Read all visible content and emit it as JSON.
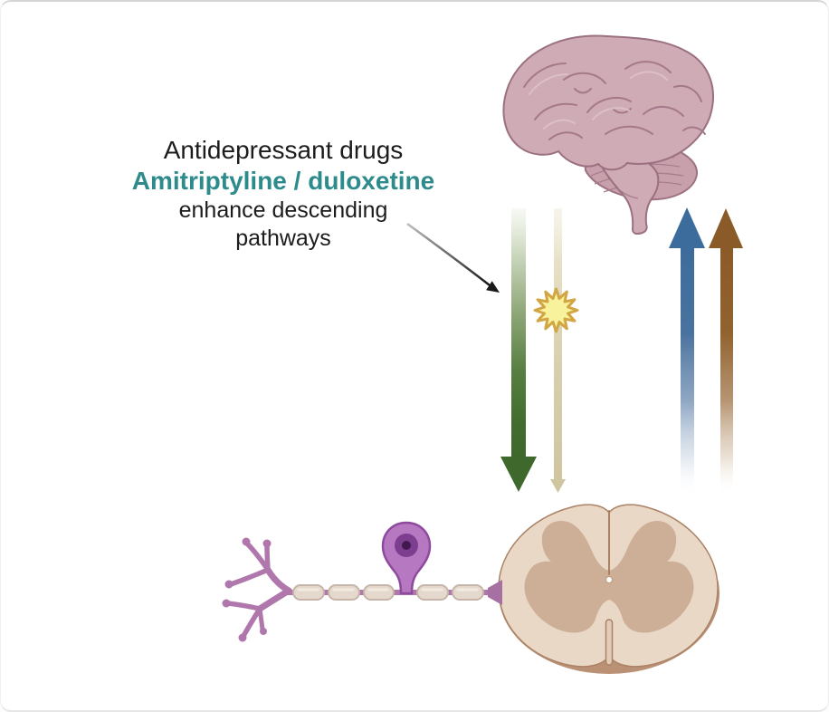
{
  "figure": {
    "type": "biomedical pathway diagram",
    "background": "#ffffff"
  },
  "annotation": {
    "lines": [
      {
        "text": "Antidepressant drugs"
      },
      {
        "text": "Amitriptyline / duloxetine"
      },
      {
        "text": "enhance descending"
      },
      {
        "text": "pathways"
      }
    ],
    "text_color": "#1c1c1c",
    "drug_name_color": "#2e8b8c"
  },
  "arrows": {
    "descending_green": {
      "direction": "down",
      "color": "#3f682c"
    },
    "descending_tan": {
      "direction": "down",
      "color": "#cfc6a0"
    },
    "ascending_blue": {
      "direction": "up",
      "color": "#3c6c9c"
    },
    "ascending_brown": {
      "direction": "up",
      "color": "#8a5a28"
    },
    "annotation_pointer": {
      "direction": "down-right",
      "color": "#1a1a1a"
    }
  },
  "icons": {
    "brain": "brain-lateral-view-illustration",
    "spinal_cord": "spinal-cord-cross-section-illustration",
    "neuron": "pseudounipolar-sensory-neuron-illustration",
    "starburst": "activation-burst-icon"
  },
  "palette": {
    "brain_fill": "#cfabb5",
    "brain_outline": "#9b7080",
    "brain_sulci": "#a57989",
    "cord_white_matter": "#e9d8c5",
    "cord_gray_matter": "#cdae97",
    "cord_rim": "#ba9175",
    "cord_outline": "#ab8266",
    "neuron_purple": "#b077ac",
    "neuron_terminal": "#a770a3",
    "soma_fill": "#b678c0",
    "soma_outline": "#8e4a9e",
    "nucleus_fill": "#7d3e8f",
    "nucleolus_fill": "#42194e",
    "myelin_fill": "#e5d9cd",
    "myelin_outline": "#c6b5a8",
    "starburst_fill": "#f9f29c",
    "starburst_stroke": "#d2a643"
  }
}
